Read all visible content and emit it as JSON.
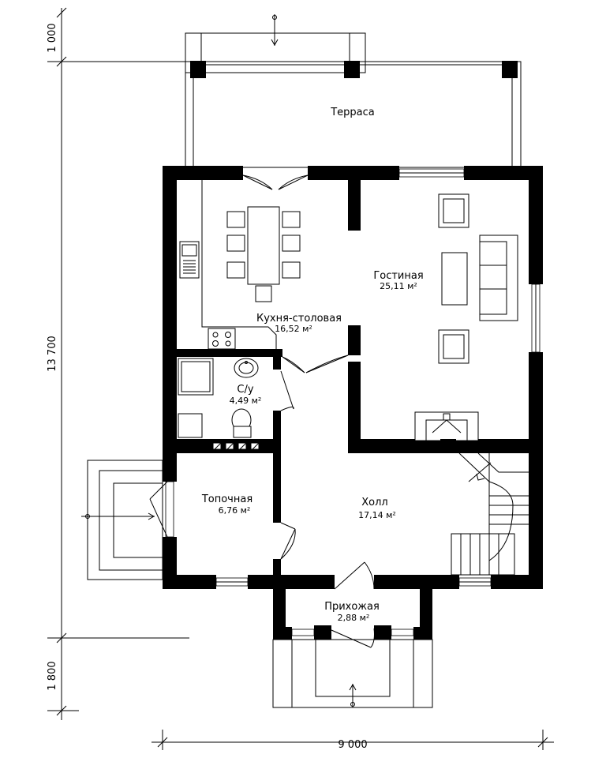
{
  "rooms": {
    "terrace": {
      "name": "Терраса"
    },
    "living": {
      "name": "Гостиная",
      "area": "25,11 м²"
    },
    "kitchen": {
      "name": "Кухня-столовая",
      "area": "16,52 м²"
    },
    "bathroom": {
      "name": "С/у",
      "area": "4,49 м²"
    },
    "boiler": {
      "name": "Топочная",
      "area": "6,76 м²"
    },
    "hall": {
      "name": "Холл",
      "area": "17,14 м²"
    },
    "entry": {
      "name": "Прихожая",
      "area": "2,88 м²"
    }
  },
  "dimensions": {
    "terrace_depth": "1 000",
    "house_depth": "13 700",
    "porch_depth": "1 800",
    "house_width": "9 000"
  }
}
